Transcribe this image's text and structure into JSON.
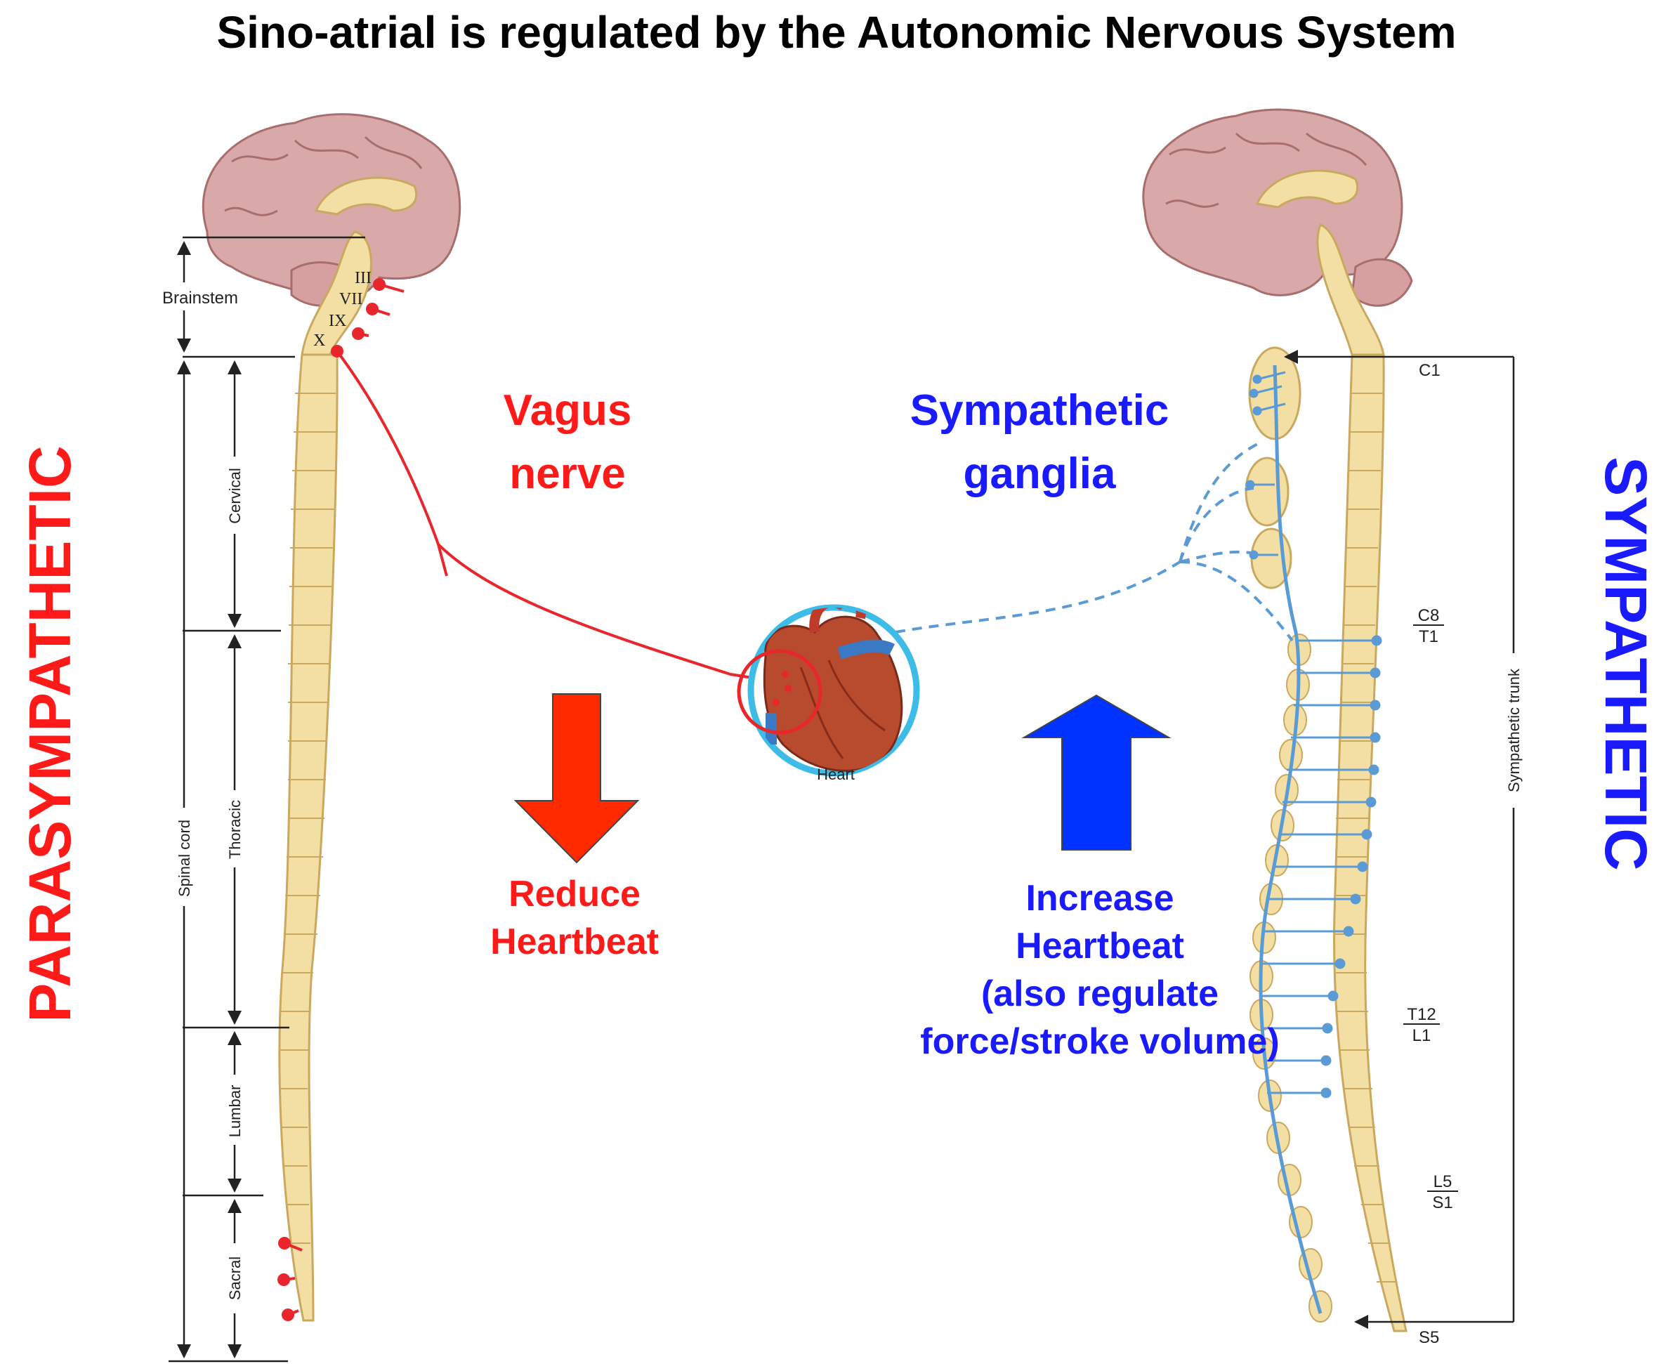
{
  "title": "Sino-atrial is regulated by the Autonomic Nervous System",
  "sides": {
    "left": "PARASYMPATHETIC",
    "right": "SYMPATHETIC"
  },
  "labels": {
    "vagus_line1": "Vagus",
    "vagus_line2": "nerve",
    "ganglia_line1": "Sympathetic",
    "ganglia_line2": "ganglia",
    "reduce_line1": "Reduce",
    "reduce_line2": "Heartbeat",
    "increase_line1": "Increase",
    "increase_line2": "Heartbeat",
    "increase_line3": "(also regulate",
    "increase_line4": "force/stroke volume)",
    "heart": "Heart"
  },
  "left_axis": {
    "brainstem": "Brainstem",
    "spinal_cord": "Spinal cord",
    "cervical": "Cervical",
    "thoracic": "Thoracic",
    "lumbar": "Lumbar",
    "sacral": "Sacral"
  },
  "cranial_nerves": [
    "III",
    "VII",
    "IX",
    "X"
  ],
  "right_axis": {
    "sympathetic_trunk": "Sympathetic trunk",
    "c1": "C1",
    "c8": "C8",
    "t1": "T1",
    "t12": "T12",
    "l1": "L1",
    "l5": "L5",
    "s1": "S1",
    "s5": "S5"
  },
  "colors": {
    "parasympathetic": "#ff1a1a",
    "sympathetic": "#1a1aff",
    "nerve_red": "#e8262c",
    "nerve_blue": "#5b9bd5",
    "heart_ring": "#3cbce6",
    "reduce_arrow": "#ff2a00",
    "increase_arrow": "#0033ff",
    "spine_fill": "#f3dfa4",
    "brain_fill": "#d9a8a8"
  }
}
